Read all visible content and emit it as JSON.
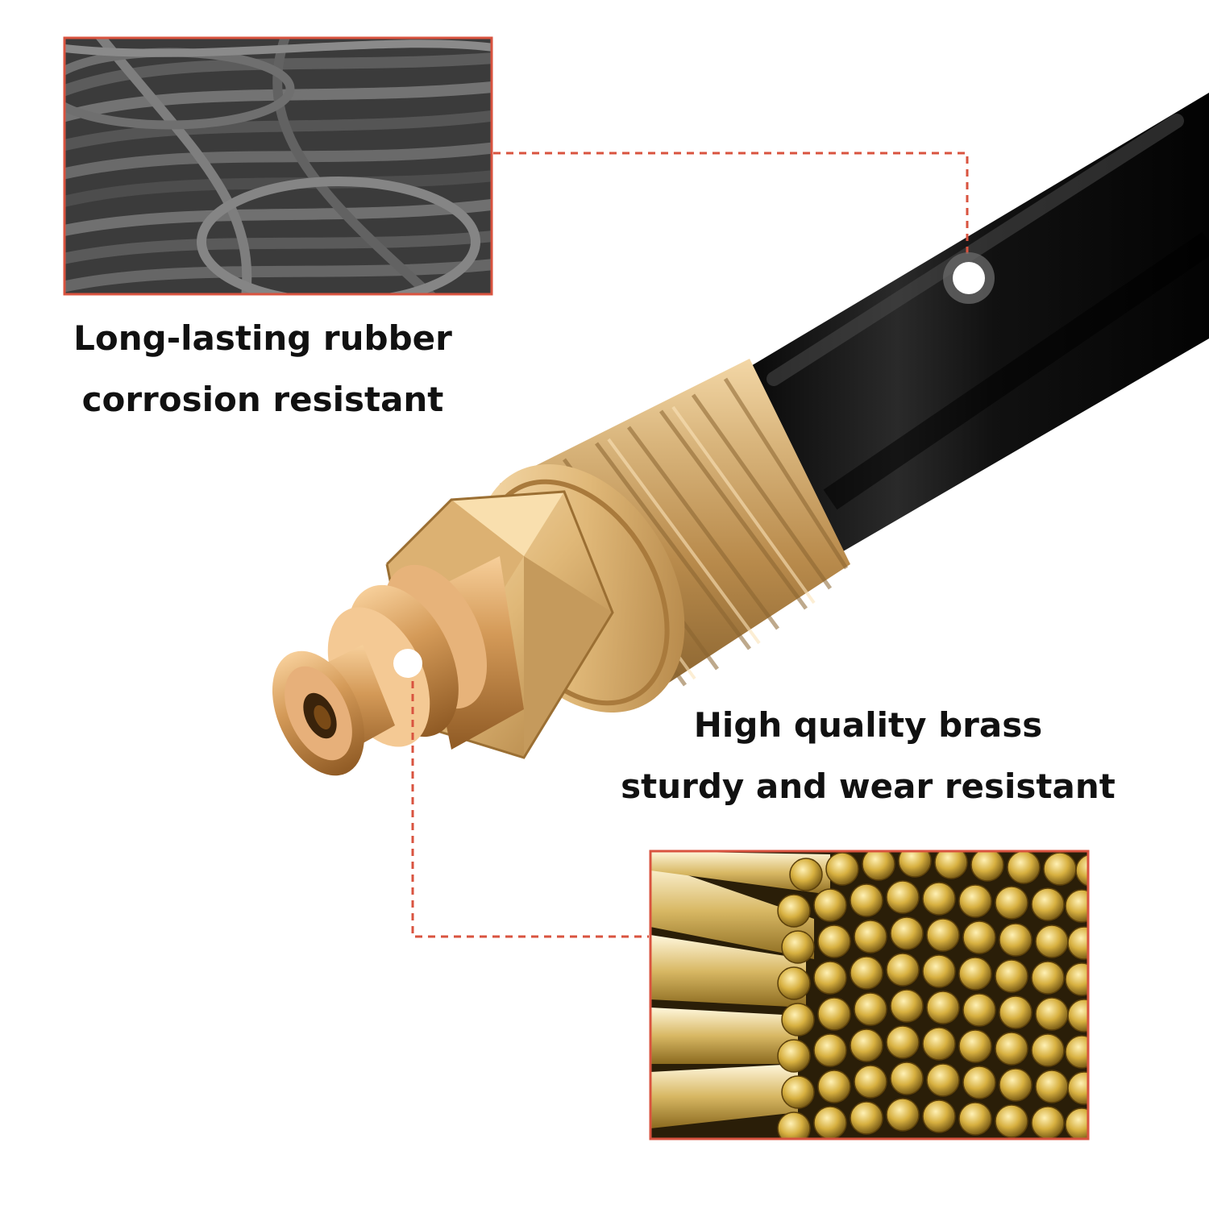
{
  "features": {
    "rubber": {
      "line1": "Long-lasting rubber",
      "line2": "corrosion resistant"
    },
    "brass": {
      "line1": "High quality brass",
      "line2": "sturdy and wear resistant"
    }
  },
  "colors": {
    "background": "#ffffff",
    "callout_accent": "#d9533f",
    "text": "#111111",
    "hose": "#121212",
    "brass": "#c9a063"
  }
}
